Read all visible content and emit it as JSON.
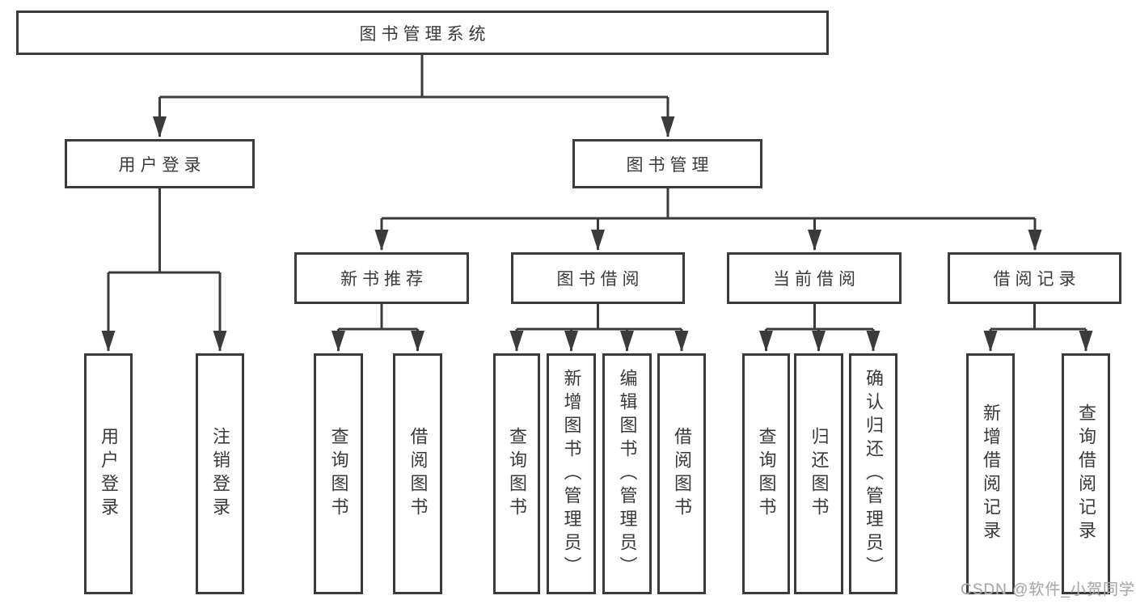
{
  "diagram": {
    "tree": {
      "label": "图书管理系统",
      "children": [
        {
          "label": "用户登录",
          "children": [
            {
              "label": "用户登录"
            },
            {
              "label": "注销登录"
            }
          ]
        },
        {
          "label": "图书管理",
          "children": [
            {
              "label": "新书推荐",
              "children": [
                {
                  "label": "查询图书"
                },
                {
                  "label": "借阅图书"
                }
              ]
            },
            {
              "label": "图书借阅",
              "children": [
                {
                  "label": "查询图书"
                },
                {
                  "label": "新增图书（管理员）"
                },
                {
                  "label": "编辑图书（管理员）"
                },
                {
                  "label": "借阅图书"
                }
              ]
            },
            {
              "label": "当前借阅",
              "children": [
                {
                  "label": "查询图书"
                },
                {
                  "label": "归还图书"
                },
                {
                  "label": "确认归还（管理员）"
                }
              ]
            },
            {
              "label": "借阅记录",
              "children": [
                {
                  "label": "新增借阅记录"
                },
                {
                  "label": "查询借阅记录"
                }
              ]
            }
          ]
        }
      ]
    },
    "colors": {
      "line": "#3b3b3b",
      "text": "#3a3a3a",
      "box_background": "#ffffff",
      "watermark": "#a9a9a9"
    },
    "watermark": "CSDN @软件_小贺同学"
  }
}
